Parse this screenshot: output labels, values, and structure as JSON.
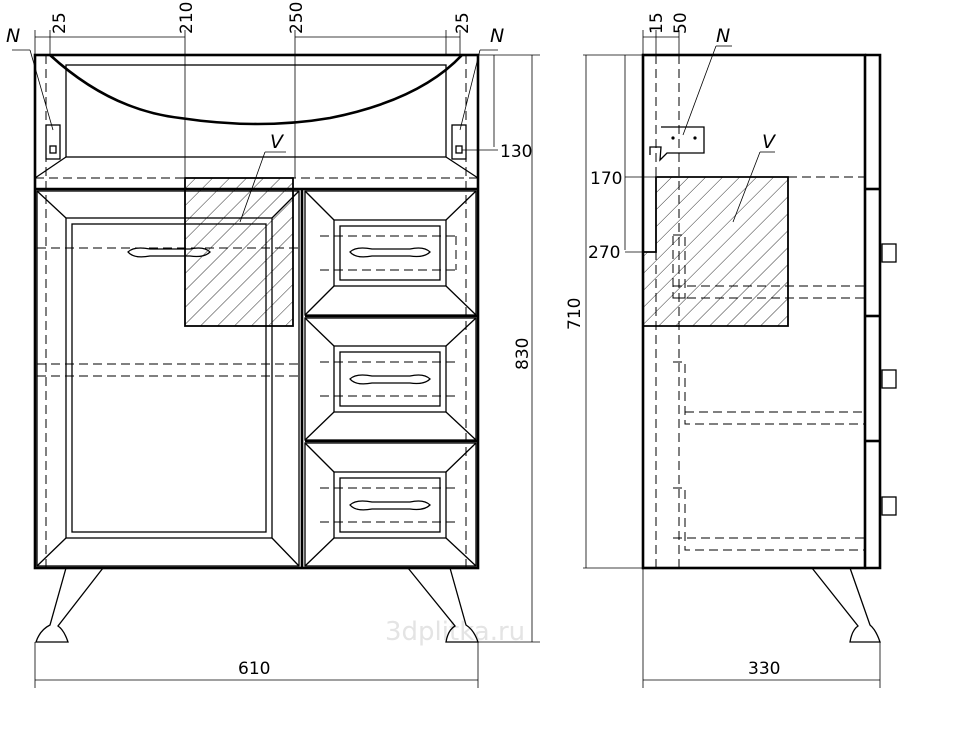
{
  "front_view": {
    "dims": {
      "top_left_offset": "25",
      "left_span": "210",
      "right_span": "250",
      "top_right_offset": "25",
      "mount_height": "130",
      "total_height": "830",
      "total_width": "610"
    },
    "labels": {
      "mount_left": "N",
      "mount_right": "N",
      "cutout": "V"
    }
  },
  "side_view": {
    "dims": {
      "offset_a": "15",
      "offset_b": "50",
      "cutout_top": "170",
      "cutout_bottom": "270",
      "body_height": "710",
      "depth": "330"
    },
    "labels": {
      "mount": "N",
      "cutout": "V"
    }
  },
  "watermark": "3dplitka.ru"
}
